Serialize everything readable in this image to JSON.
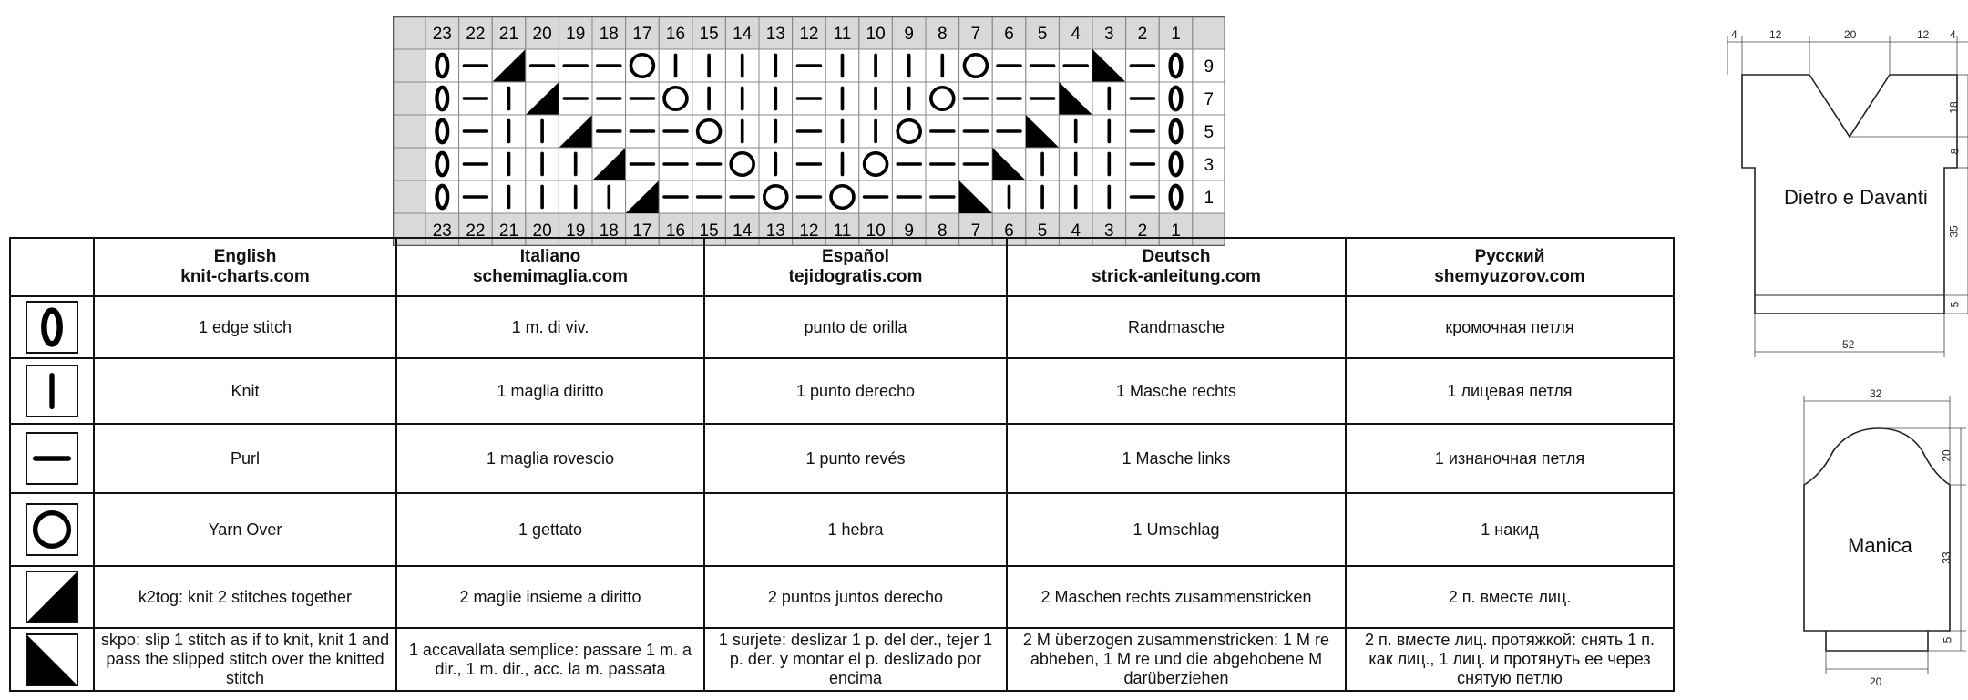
{
  "chart": {
    "column_numbers": [
      23,
      22,
      21,
      20,
      19,
      18,
      17,
      16,
      15,
      14,
      13,
      12,
      11,
      10,
      9,
      8,
      7,
      6,
      5,
      4,
      3,
      2,
      1
    ],
    "row_numbers": [
      "9",
      "7",
      "5",
      "3",
      "1"
    ],
    "rows": [
      [
        "edge",
        "purl",
        "k2tog",
        "purl",
        "purl",
        "purl",
        "yo",
        "knit",
        "knit",
        "knit",
        "knit",
        "purl",
        "knit",
        "knit",
        "knit",
        "knit",
        "yo",
        "purl",
        "purl",
        "purl",
        "skpo",
        "purl",
        "edge"
      ],
      [
        "edge",
        "purl",
        "knit",
        "k2tog",
        "purl",
        "purl",
        "purl",
        "yo",
        "knit",
        "knit",
        "knit",
        "purl",
        "knit",
        "knit",
        "knit",
        "yo",
        "purl",
        "purl",
        "purl",
        "skpo",
        "knit",
        "purl",
        "edge"
      ],
      [
        "edge",
        "purl",
        "knit",
        "knit",
        "k2tog",
        "purl",
        "purl",
        "purl",
        "yo",
        "knit",
        "knit",
        "purl",
        "knit",
        "knit",
        "yo",
        "purl",
        "purl",
        "purl",
        "skpo",
        "knit",
        "knit",
        "purl",
        "edge"
      ],
      [
        "edge",
        "purl",
        "knit",
        "knit",
        "knit",
        "k2tog",
        "purl",
        "purl",
        "purl",
        "yo",
        "knit",
        "purl",
        "knit",
        "yo",
        "purl",
        "purl",
        "purl",
        "skpo",
        "knit",
        "knit",
        "knit",
        "purl",
        "edge"
      ],
      [
        "edge",
        "purl",
        "knit",
        "knit",
        "knit",
        "knit",
        "k2tog",
        "purl",
        "purl",
        "purl",
        "yo",
        "purl",
        "yo",
        "purl",
        "purl",
        "purl",
        "skpo",
        "knit",
        "knit",
        "knit",
        "knit",
        "purl",
        "edge"
      ]
    ]
  },
  "legend": {
    "headers": [
      {
        "lang": "English",
        "site": "knit-charts.com"
      },
      {
        "lang": "Italiano",
        "site": "schemimaglia.com"
      },
      {
        "lang": "Español",
        "site": "tejidogratis.com"
      },
      {
        "lang": "Deutsch",
        "site": "strick-anleitung.com"
      },
      {
        "lang": "Русский",
        "site": "shemyuzorov.com"
      }
    ],
    "rows": [
      {
        "symbol": "edge",
        "cells": [
          "1 edge stitch",
          "1 m. di viv.",
          "punto de orilla",
          "Randmasche",
          "кромочная петля"
        ]
      },
      {
        "symbol": "knit",
        "cells": [
          "Knit",
          "1 maglia diritto",
          "1 punto derecho",
          "1 Masche rechts",
          "1 лицевая петля"
        ]
      },
      {
        "symbol": "purl",
        "cells": [
          "Purl",
          "1 maglia rovescio",
          "1 punto revés",
          "1 Masche links",
          "1 изнаночная петля"
        ]
      },
      {
        "symbol": "yo",
        "cells": [
          "Yarn Over",
          "1 gettato",
          "1 hebra",
          "1 Umschlag",
          "1 накид"
        ]
      },
      {
        "symbol": "k2tog",
        "cells": [
          "k2tog: knit 2 stitches together",
          "2 maglie insieme a diritto",
          "2 puntos juntos derecho",
          "2 Maschen rechts zusammenstricken",
          "2 п. вместе лиц."
        ]
      },
      {
        "symbol": "skpo",
        "cells": [
          "skpo: slip 1 stitch as if to knit, knit 1 and pass the slipped stitch over the knitted stitch",
          "1 accavallata semplice: passare 1 m. a dir., 1 m. dir., acc. la m. passata",
          "1 surjete: deslizar 1 p. del der., tejer 1 p. der. y montar el p. deslizado por encima",
          "2 M überzogen zusammenstricken: 1 M re abheben, 1 M re und die abgehobene M darüberziehen",
          "2 п. вместе лиц. протяжкой: снять 1 п. как лиц., 1 лиц. и протянуть ее через снятую петлю"
        ]
      }
    ]
  },
  "body_schematic": {
    "label": "Dietro e Davanti",
    "dims": {
      "top_left_edge": "4",
      "top_left_shoulder": "12",
      "neck": "20",
      "top_right_shoulder": "12",
      "top_right_edge": "4",
      "neck_depth": "18",
      "armhole": "8",
      "body": "35",
      "rib": "5",
      "width": "52"
    }
  },
  "sleeve_schematic": {
    "label": "Manica",
    "dims": {
      "top": "32",
      "cap": "20",
      "length": "33",
      "cuff": "5",
      "cuff_width": "20"
    }
  }
}
